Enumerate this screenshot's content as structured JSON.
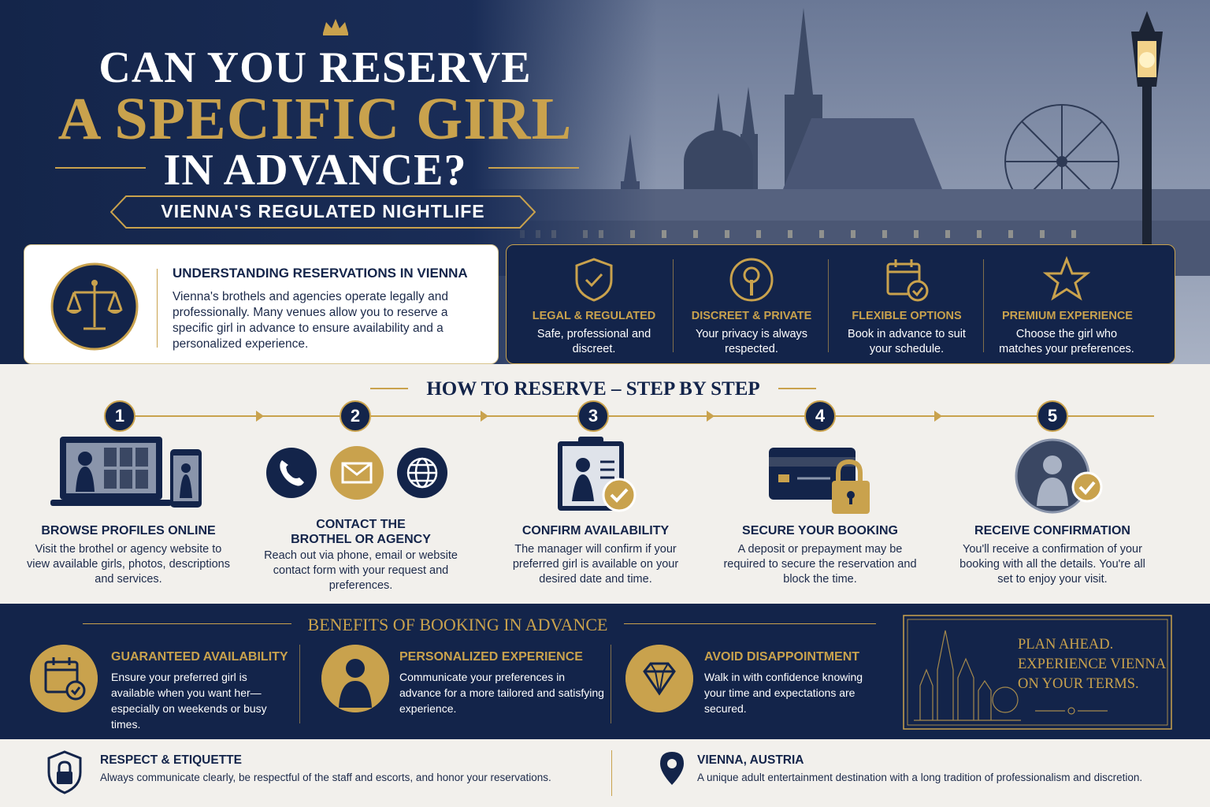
{
  "header": {
    "line1": "CAN YOU RESERVE",
    "line2": "A SPECIFIC GIRL",
    "line3": "IN ADVANCE?",
    "subtitle": "VIENNA'S REGULATED NIGHTLIFE",
    "icon": "crown-icon"
  },
  "intro": {
    "title": "UNDERSTANDING RESERVATIONS IN VIENNA",
    "text": "Vienna's brothels and agencies operate legally and professionally. Many venues allow you to reserve a specific girl in advance to ensure availability and a personalized experience.",
    "icon": "scales-icon"
  },
  "features": [
    {
      "title": "LEGAL & REGULATED",
      "desc": "Safe, professional and discreet.",
      "icon": "shield-check-icon"
    },
    {
      "title": "DISCREET & PRIVATE",
      "desc": "Your privacy is always respected.",
      "icon": "shush-icon"
    },
    {
      "title": "FLEXIBLE OPTIONS",
      "desc": "Book in advance to suit your schedule.",
      "icon": "calendar-check-icon"
    },
    {
      "title": "PREMIUM EXPERIENCE",
      "desc": "Choose the girl who matches your preferences.",
      "icon": "star-icon"
    }
  ],
  "steps_heading": "HOW TO RESERVE – STEP BY STEP",
  "steps": [
    {
      "num": "1",
      "title": "BROWSE PROFILES ONLINE",
      "desc": "Visit the brothel or agency website to view available girls, photos, descriptions and services.",
      "icon": "laptop-phone-icon"
    },
    {
      "num": "2",
      "title": "CONTACT THE BROTHEL OR AGENCY",
      "desc": "Reach out via phone, email or website contact form with your request and preferences.",
      "icon": "contact-icons"
    },
    {
      "num": "3",
      "title": "CONFIRM AVAILABILITY",
      "desc": "The manager will confirm if your preferred girl is available on your desired date and time.",
      "icon": "clipboard-check-icon"
    },
    {
      "num": "4",
      "title": "SECURE YOUR BOOKING",
      "desc": "A deposit or prepayment may be required to secure the reservation and block the time.",
      "icon": "card-lock-icon"
    },
    {
      "num": "5",
      "title": "RECEIVE CONFIRMATION",
      "desc": "You'll receive a confirmation of your booking with all the details. You're all set to enjoy your visit.",
      "icon": "profile-check-icon"
    }
  ],
  "benefits_heading": "BENEFITS OF BOOKING IN ADVANCE",
  "benefits": [
    {
      "title": "GUARANTEED AVAILABILITY",
      "desc": "Ensure your preferred girl is available when you want her—especially on weekends or busy times.",
      "icon": "calendar-check-icon"
    },
    {
      "title": "PERSONALIZED EXPERIENCE",
      "desc": "Communicate your preferences in advance for a more tailored and satisfying experience.",
      "icon": "woman-silhouette-icon"
    },
    {
      "title": "AVOID DISAPPOINTMENT",
      "desc": "Walk in with confidence knowing your time and expectations are secured.",
      "icon": "diamond-icon"
    }
  ],
  "plan": {
    "line1": "PLAN AHEAD.",
    "line2": "EXPERIENCE VIENNA",
    "line3": "ON YOUR TERMS."
  },
  "footer": [
    {
      "title": "RESPECT & ETIQUETTE",
      "desc": "Always communicate clearly, be respectful of the staff and escorts, and honor your reservations.",
      "icon": "shield-lock-icon"
    },
    {
      "title": "VIENNA, AUSTRIA",
      "desc": "A unique adult entertainment destination with a long tradition of professionalism and discretion.",
      "icon": "map-pin-icon"
    }
  ],
  "colors": {
    "navy": "#13244a",
    "gold": "#c9a24d",
    "cream": "#f2f0ec"
  }
}
